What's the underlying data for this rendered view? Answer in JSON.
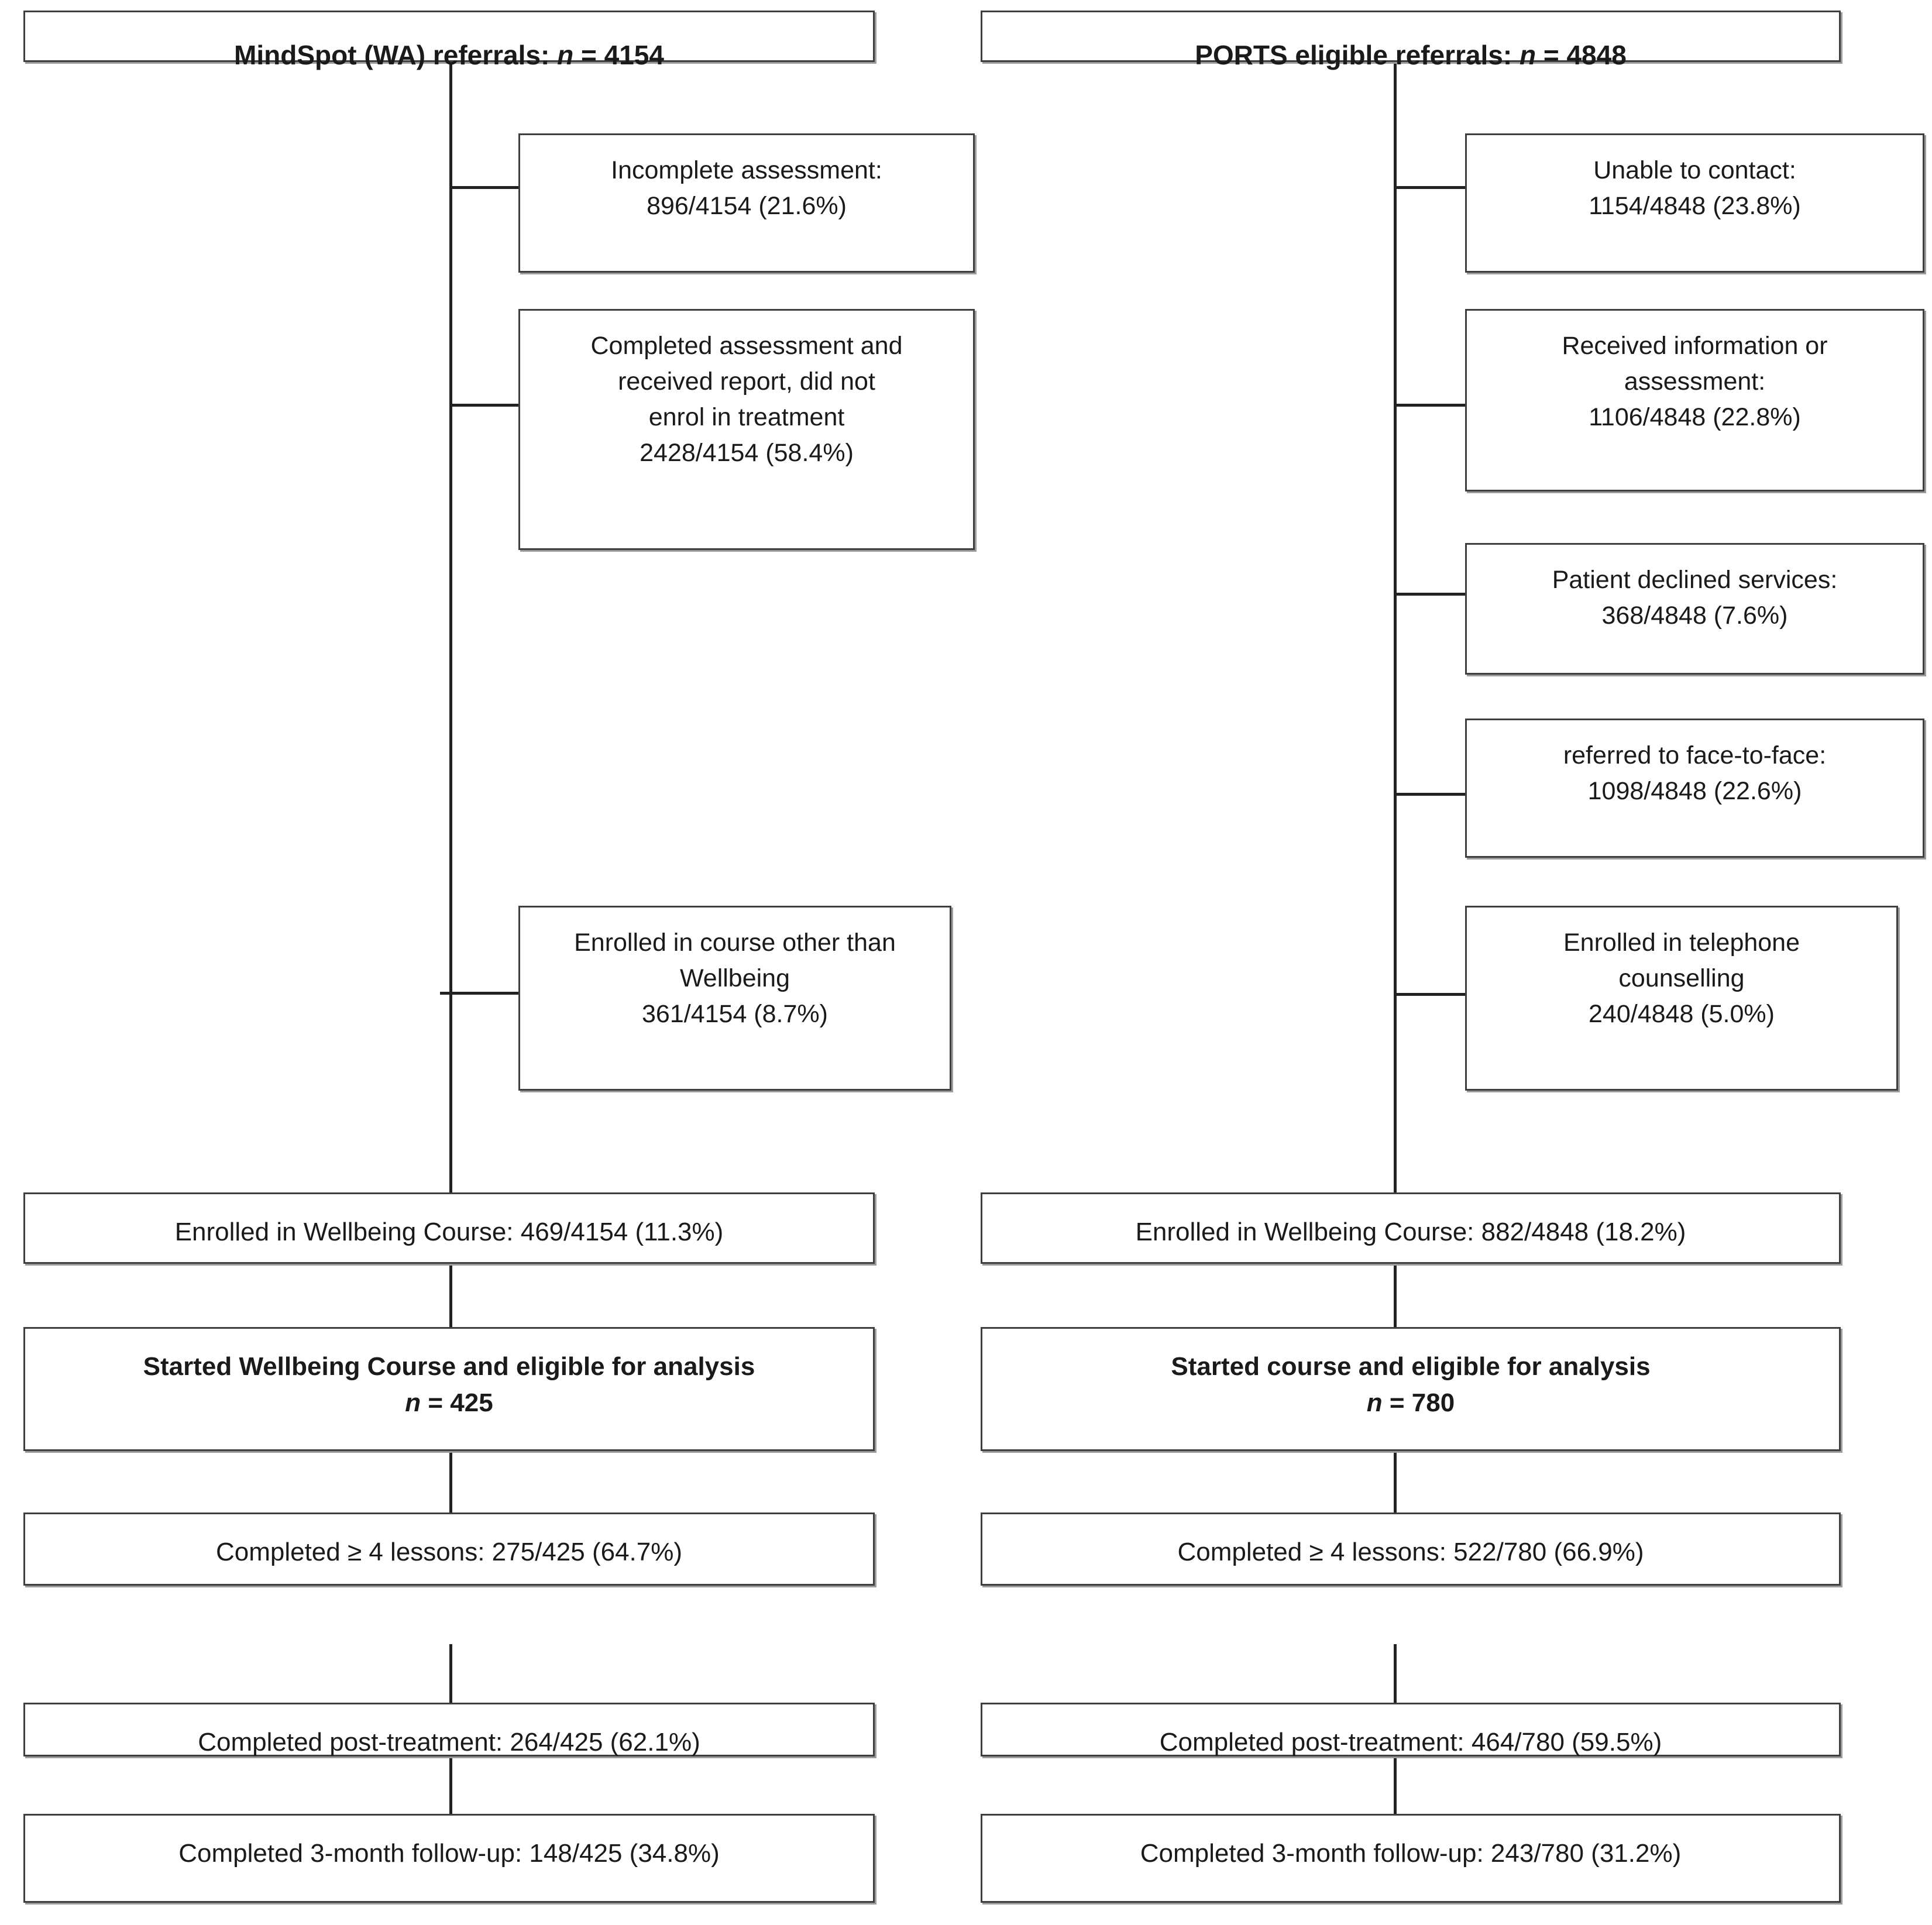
{
  "figure": {
    "type": "consort-flow-diagram",
    "columns": [
      {
        "id": "mindspot",
        "header": {
          "text": "MindSpot (WA) referrals: n = 4154",
          "prefix": "MindSpot (WA) referrals: ",
          "italic": "n",
          "suffix": " = 4154"
        },
        "exclusions": [
          {
            "label": "Incomplete assessment:",
            "value": "896/4154 (21.6%)",
            "numerator": 896,
            "denominator": 4154,
            "percent": 21.6
          },
          {
            "label": "Completed assessment and\nreceived report, did not\nenrol in treatment",
            "value": "2428/4154 (58.4%)",
            "numerator": 2428,
            "denominator": 4154,
            "percent": 58.4
          },
          {
            "label": "Enrolled in course other than\nWellbeing",
            "value": "361/4154 (8.7%)",
            "numerator": 361,
            "denominator": 4154,
            "percent": 8.7
          }
        ],
        "steps": [
          {
            "text": "Enrolled in Wellbeing Course: 469/4154 (11.3%)",
            "numerator": 469,
            "denominator": 4154,
            "percent": 11.3,
            "bold": false
          },
          {
            "text": "Started Wellbeing Course and eligible for analysis",
            "n_prefix": "n",
            "n_value": " = 425",
            "n": 425,
            "bold": true
          },
          {
            "text": "Completed ≥ 4 lessons: 275/425 (64.7%)",
            "numerator": 275,
            "denominator": 425,
            "percent": 64.7,
            "bold": false
          },
          {
            "text": "Completed post-treatment: 264/425 (62.1%)",
            "numerator": 264,
            "denominator": 425,
            "percent": 62.1,
            "bold": false
          },
          {
            "text": "Completed 3-month follow-up: 148/425 (34.8%)",
            "numerator": 148,
            "denominator": 425,
            "percent": 34.8,
            "bold": false
          }
        ]
      },
      {
        "id": "ports",
        "header": {
          "text": "PORTS eligible referrals: n = 4848",
          "prefix": "PORTS eligible referrals: ",
          "italic": "n",
          "suffix": " = 4848"
        },
        "exclusions": [
          {
            "label": "Unable to contact:",
            "value": "1154/4848 (23.8%)",
            "numerator": 1154,
            "denominator": 4848,
            "percent": 23.8
          },
          {
            "label": "Received information or\nassessment:",
            "value": "1106/4848 (22.8%)",
            "numerator": 1106,
            "denominator": 4848,
            "percent": 22.8
          },
          {
            "label": "Patient declined services:",
            "value": "368/4848 (7.6%)",
            "numerator": 368,
            "denominator": 4848,
            "percent": 7.6
          },
          {
            "label": "referred to face-to-face:",
            "value": "1098/4848 (22.6%)",
            "numerator": 1098,
            "denominator": 4848,
            "percent": 22.6
          },
          {
            "label": "Enrolled in telephone\ncounselling",
            "value": "240/4848 (5.0%)",
            "numerator": 240,
            "denominator": 4848,
            "percent": 5.0
          }
        ],
        "steps": [
          {
            "text": "Enrolled in Wellbeing Course: 882/4848 (18.2%)",
            "numerator": 882,
            "denominator": 4848,
            "percent": 18.2,
            "bold": false
          },
          {
            "text": "Started course and eligible for analysis",
            "n_prefix": "n",
            "n_value": " = 780",
            "n": 780,
            "bold": true
          },
          {
            "text": "Completed ≥ 4 lessons: 522/780 (66.9%)",
            "numerator": 522,
            "denominator": 780,
            "percent": 66.9,
            "bold": false
          },
          {
            "text": "Completed post-treatment: 464/780 (59.5%)",
            "numerator": 464,
            "denominator": 780,
            "percent": 59.5,
            "bold": false
          },
          {
            "text": "Completed 3-month follow-up: 243/780 (31.2%)",
            "numerator": 243,
            "denominator": 780,
            "percent": 31.2,
            "bold": false
          }
        ]
      }
    ],
    "colors": {
      "box_border": "#3f3f3f",
      "box_shadow": "#9b9b9b",
      "line": "#222222",
      "text": "#1a1a1a",
      "background": "#ffffff"
    }
  }
}
